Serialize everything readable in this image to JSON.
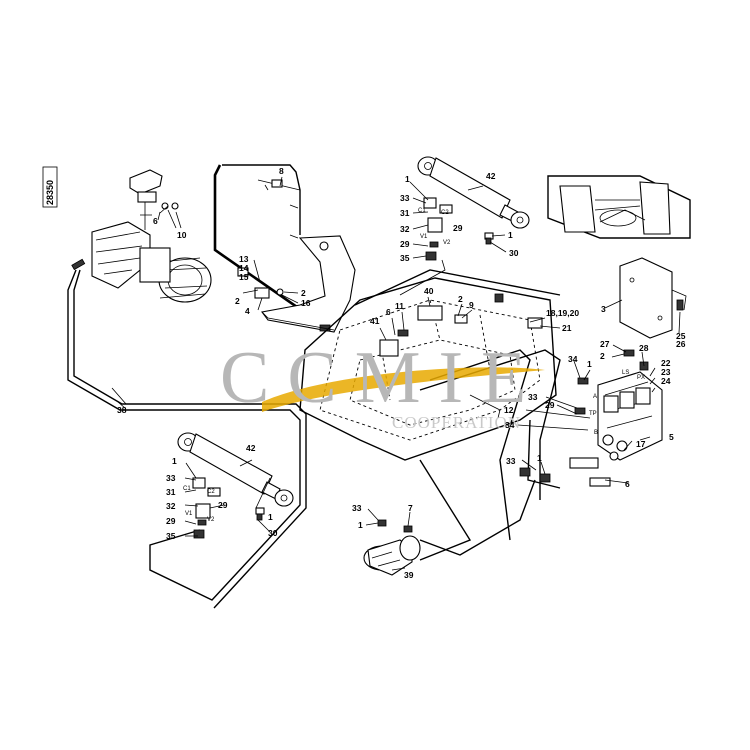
{
  "diagram": {
    "document_id": "28350",
    "watermark": {
      "brand": "CCMIE",
      "subtitle": "COOPERATION",
      "accent_color": "#e8a900"
    },
    "callouts": [
      {
        "id": "c8a",
        "text": "8"
      },
      {
        "id": "c6a",
        "text": "6"
      },
      {
        "id": "c10a",
        "text": "10"
      },
      {
        "id": "c13",
        "text": "13"
      },
      {
        "id": "c14",
        "text": "14"
      },
      {
        "id": "c15",
        "text": "15"
      },
      {
        "id": "c2a",
        "text": "2"
      },
      {
        "id": "c2b",
        "text": "2"
      },
      {
        "id": "c4a",
        "text": "4"
      },
      {
        "id": "c16",
        "text": "16"
      },
      {
        "id": "c38",
        "text": "38"
      },
      {
        "id": "c1a",
        "text": "1"
      },
      {
        "id": "c33a",
        "text": "33"
      },
      {
        "id": "c31a",
        "text": "31"
      },
      {
        "id": "c32a",
        "text": "32"
      },
      {
        "id": "c29a",
        "text": "29"
      },
      {
        "id": "c29b",
        "text": "29"
      },
      {
        "id": "c35a",
        "text": "35"
      },
      {
        "id": "c1b",
        "text": "1"
      },
      {
        "id": "c30a",
        "text": "30"
      },
      {
        "id": "c42a",
        "text": "42"
      },
      {
        "id": "c40",
        "text": "40"
      },
      {
        "id": "c2c",
        "text": "2"
      },
      {
        "id": "c9",
        "text": "9"
      },
      {
        "id": "c6b",
        "text": "6"
      },
      {
        "id": "c11",
        "text": "11"
      },
      {
        "id": "c41",
        "text": "41"
      },
      {
        "id": "c18",
        "text": "18,19,20"
      },
      {
        "id": "c21",
        "text": "21"
      },
      {
        "id": "c3",
        "text": "3"
      },
      {
        "id": "c25",
        "text": "25"
      },
      {
        "id": "c26",
        "text": "26"
      },
      {
        "id": "c27",
        "text": "27"
      },
      {
        "id": "c2d",
        "text": "2"
      },
      {
        "id": "c28",
        "text": "28"
      },
      {
        "id": "c22",
        "text": "22"
      },
      {
        "id": "c23",
        "text": "23"
      },
      {
        "id": "c24",
        "text": "24"
      },
      {
        "id": "c34a",
        "text": "34"
      },
      {
        "id": "c1c",
        "text": "1"
      },
      {
        "id": "c33b",
        "text": "33"
      },
      {
        "id": "c29c",
        "text": "29"
      },
      {
        "id": "c12",
        "text": "12"
      },
      {
        "id": "c34b",
        "text": "34"
      },
      {
        "id": "c5",
        "text": "5"
      },
      {
        "id": "c33c",
        "text": "33"
      },
      {
        "id": "c1d",
        "text": "1"
      },
      {
        "id": "c17",
        "text": "17"
      },
      {
        "id": "c6c",
        "text": "6"
      },
      {
        "id": "c42b",
        "text": "42"
      },
      {
        "id": "c1e",
        "text": "1"
      },
      {
        "id": "c33d",
        "text": "33"
      },
      {
        "id": "c31b",
        "text": "31"
      },
      {
        "id": "c32b",
        "text": "32"
      },
      {
        "id": "c29d",
        "text": "29"
      },
      {
        "id": "c29e",
        "text": "29"
      },
      {
        "id": "c35b",
        "text": "35"
      },
      {
        "id": "c1f",
        "text": "1"
      },
      {
        "id": "c30b",
        "text": "30"
      },
      {
        "id": "c33e",
        "text": "33"
      },
      {
        "id": "c1g",
        "text": "1"
      },
      {
        "id": "c7",
        "text": "7"
      },
      {
        "id": "c39",
        "text": "39"
      }
    ],
    "port_markings": [
      {
        "id": "pC1a",
        "text": "C1"
      },
      {
        "id": "pC2a",
        "text": "C2"
      },
      {
        "id": "pV1a",
        "text": "V1"
      },
      {
        "id": "pV2a",
        "text": "V2"
      },
      {
        "id": "pC1b",
        "text": "C1"
      },
      {
        "id": "pC2b",
        "text": "C2"
      },
      {
        "id": "pV1b",
        "text": "V1"
      },
      {
        "id": "pV2b",
        "text": "V2"
      },
      {
        "id": "pLS",
        "text": "LS"
      },
      {
        "id": "pPX",
        "text": "PX"
      },
      {
        "id": "pA",
        "text": "A"
      },
      {
        "id": "pTP",
        "text": "TP"
      },
      {
        "id": "pB",
        "text": "B"
      }
    ]
  }
}
